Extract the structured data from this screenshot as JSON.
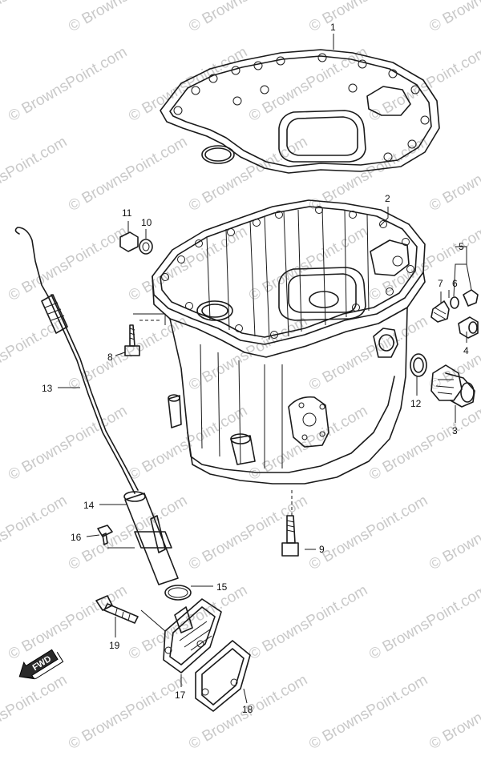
{
  "watermark": {
    "text": "© BrownsPoint.com",
    "color": "#c9c9c9"
  },
  "direction_indicator": {
    "label": "FWD"
  },
  "callouts": [
    {
      "id": "1",
      "part": "gasket"
    },
    {
      "id": "2",
      "part": "oil-pan"
    },
    {
      "id": "3",
      "part": "drain-plug"
    },
    {
      "id": "4",
      "part": "cap"
    },
    {
      "id": "5",
      "part": "group-bracket"
    },
    {
      "id": "6",
      "part": "o-ring"
    },
    {
      "id": "7",
      "part": "fitting"
    },
    {
      "id": "8",
      "part": "bolt"
    },
    {
      "id": "9",
      "part": "bolt"
    },
    {
      "id": "10",
      "part": "washer"
    },
    {
      "id": "11",
      "part": "plug"
    },
    {
      "id": "12",
      "part": "gasket-washer"
    },
    {
      "id": "13",
      "part": "dipstick"
    },
    {
      "id": "14",
      "part": "dipstick-guide"
    },
    {
      "id": "15",
      "part": "o-ring"
    },
    {
      "id": "16",
      "part": "bolt"
    },
    {
      "id": "17",
      "part": "oil-strainer"
    },
    {
      "id": "18",
      "part": "strainer-gasket"
    },
    {
      "id": "19",
      "part": "bolt"
    }
  ],
  "colors": {
    "line": "#1a1a1a",
    "background": "#ffffff"
  }
}
